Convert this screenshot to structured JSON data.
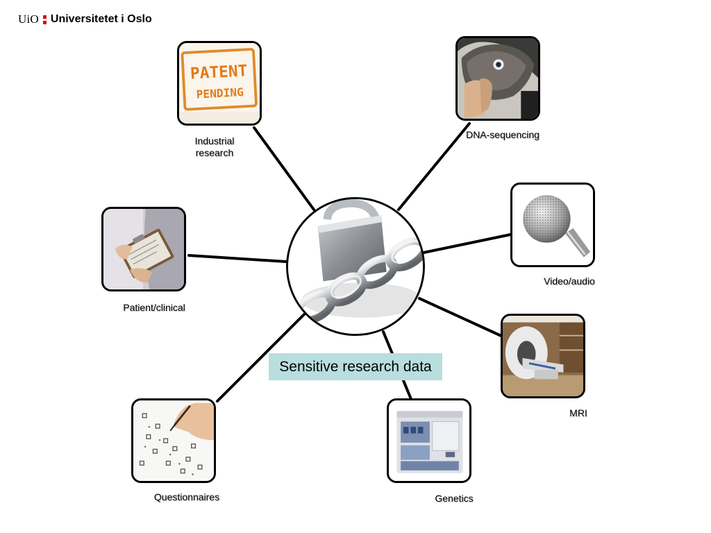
{
  "logo": {
    "short": "UiO",
    "name": "Universitetet i Oslo",
    "accent": "#dd0000"
  },
  "center": {
    "caption": "Sensitive research data",
    "caption_bg": "#b8dedd",
    "icon": "padlock-chain"
  },
  "nodes": {
    "industrial": {
      "label": "Industrial\nresearch",
      "icon": "patent-pending-stamp",
      "stamp": [
        "PATENT",
        "PENDING"
      ]
    },
    "dna": {
      "label": "DNA-sequencing",
      "icon": "fish-in-hand"
    },
    "video": {
      "label": "Video/audio",
      "icon": "microphone"
    },
    "patient": {
      "label": "Patient/clinical",
      "icon": "clipboard"
    },
    "mri": {
      "label": "MRI",
      "icon": "mri-scanner"
    },
    "questionnaires": {
      "label": "Questionnaires",
      "icon": "questionnaire-form"
    },
    "genetics": {
      "label": "Genetics",
      "icon": "sequencer-machine"
    }
  }
}
